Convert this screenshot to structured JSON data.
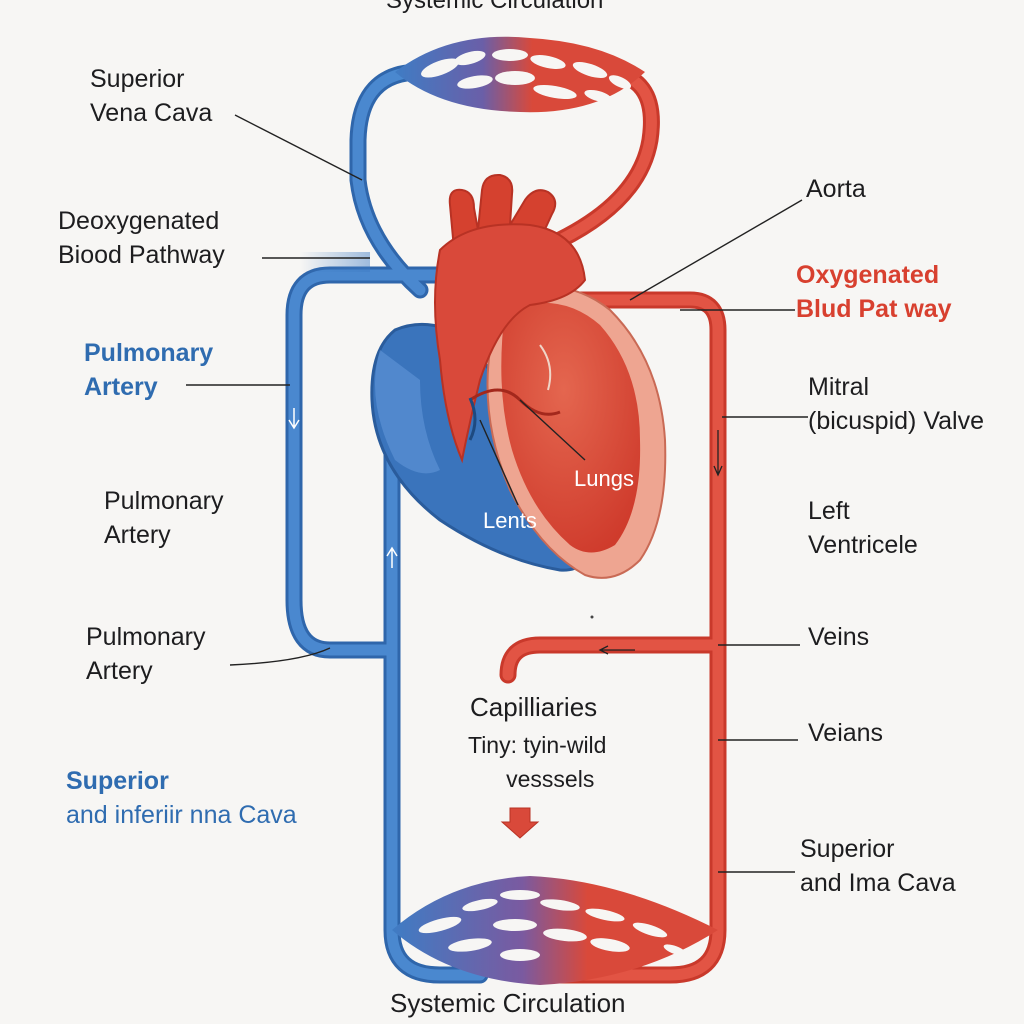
{
  "diagram": {
    "title_top": "Systemic Circulation",
    "title_bottom": "Systemic Circulation",
    "labels": {
      "superior_vena_cava": [
        "Superior",
        "Vena Cava"
      ],
      "deoxygenated_pathway": [
        "Deoxygenated",
        "Biood Pathway"
      ],
      "pulmonary_artery_1": [
        "Pulmonary",
        "Artery"
      ],
      "pulmonary_artery_2": [
        "Pulmonary",
        "Artery"
      ],
      "pulmonary_artery_3": [
        "Pulmonary",
        "Artery"
      ],
      "superior_inferior_cava": [
        "Superior",
        "and inferiir nna Cava"
      ],
      "aorta": "Aorta",
      "oxygenated_pathway": [
        "Oxygenated",
        "Blud Pat way"
      ],
      "mitral_valve": [
        "Mitral",
        "(bicuspid) Valve"
      ],
      "left_ventricle": [
        "Left",
        "Ventricele"
      ],
      "veins": "Veins",
      "veians": "Veians",
      "superior_ima_cava": [
        "Superior",
        "and Ima Cava"
      ],
      "lungs": "Lungs",
      "lents": "Lents",
      "capillaries_title": "Capilliaries",
      "capillaries_sub": [
        "Tiny: tyin-wild",
        "vesssels"
      ]
    },
    "colors": {
      "deoxygenated": "#3f7cc4",
      "oxygenated": "#d9493a",
      "heart_pink": "#eea591",
      "leader_line": "#222222"
    }
  }
}
